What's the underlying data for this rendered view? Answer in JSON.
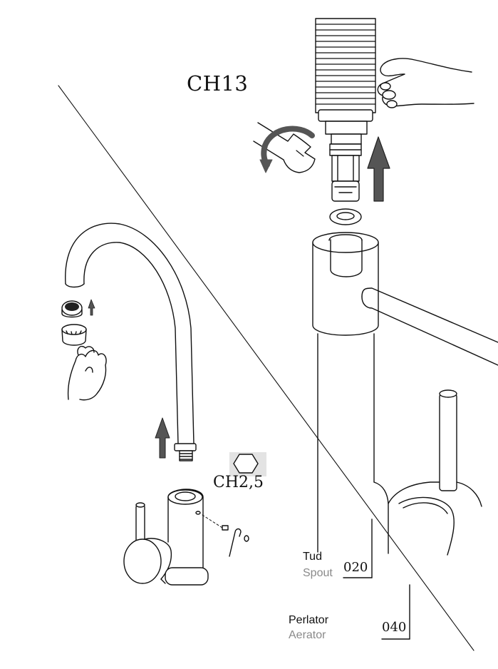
{
  "wrench_labels": {
    "large": "CH13",
    "small": "CH2,5"
  },
  "parts": [
    {
      "name": "Tud",
      "translation": "Spout",
      "number": "020"
    },
    {
      "name": "Perlator",
      "translation": "Aerator",
      "number": "040"
    }
  ],
  "colors": {
    "line": "#111111",
    "arrow_fill": "#555555",
    "translation_text": "#8a8a8a",
    "hex_key_bg": "#e3e3e3"
  },
  "icons": [
    "wrench-icon",
    "rotation-arrow-icon",
    "up-arrow-icon",
    "hand-icon",
    "hex-key-icon",
    "hexagon-icon",
    "aerator-icon"
  ]
}
